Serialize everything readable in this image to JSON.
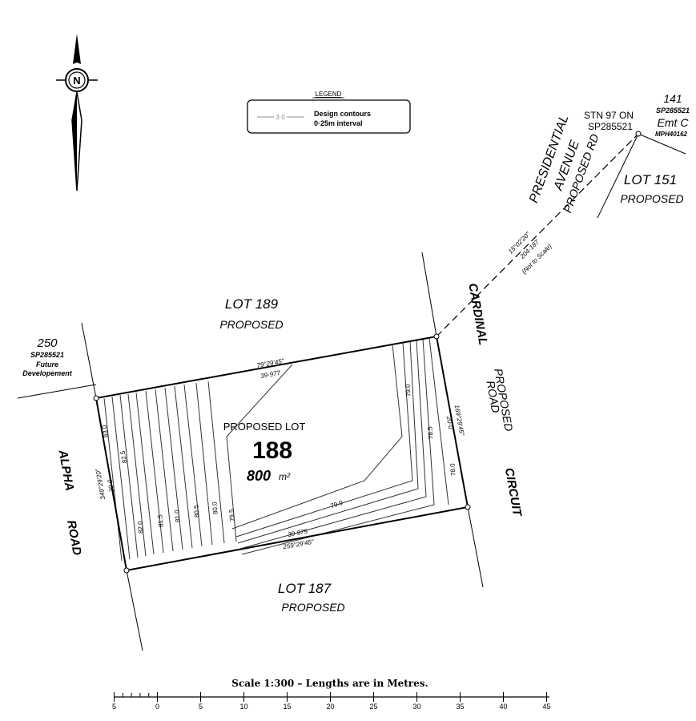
{
  "legend": {
    "title": "LEGEND",
    "sample_label": "3·0",
    "line1": "Design contours",
    "line2": "0·25m interval"
  },
  "compass": {
    "letter": "N"
  },
  "lots": {
    "lot189": {
      "name": "LOT 189",
      "status": "PROPOSED"
    },
    "lot187": {
      "name": "LOT 187",
      "status": "PROPOSED"
    },
    "lot151": {
      "name": "LOT 151",
      "status": "PROPOSED"
    },
    "lot250": {
      "number": "250",
      "plan": "SP285521",
      "note1": "Future",
      "note2": "Developement"
    },
    "lot141": {
      "number": "141",
      "plan": "SP285521",
      "easement": "Emt C",
      "ref": "MPH40162"
    },
    "main": {
      "caption": "PROPOSED LOT",
      "number": "188",
      "area": "800",
      "area_unit": "m²"
    }
  },
  "roads": {
    "alpha_1": "ALPHA",
    "alpha_2": "ROAD",
    "cardinal": "CARDINAL",
    "circuit": "CIRCUIT",
    "proposed_road_1": "PROPOSED",
    "proposed_road_2": "ROAD",
    "presidential_1": "PRESIDENTIAL",
    "presidential_2": "AVENUE",
    "presidential_3": "PROPOSED RD"
  },
  "station": {
    "line1": "STN 97 ON",
    "line2": "SP285521"
  },
  "tie": {
    "bearing": "15°02'20\"",
    "distance": "204·187",
    "note": "(Not to Scale)"
  },
  "boundaries": {
    "top_bearing": "79°29'45\"",
    "top_distance": "39·977",
    "bottom_bearing": "259°29'45\"",
    "bottom_distance": "39·975",
    "right_bearing": "169°29'45\"",
    "right_distance": "20·0",
    "left_bearing": "349°29'20\"",
    "left_distance": "20·0"
  },
  "contours": {
    "labels": [
      "83.0",
      "82.5",
      "82.0",
      "81.5",
      "81.0",
      "80.5",
      "80.0",
      "79.5",
      "79.0",
      "79.0",
      "78.5",
      "78.0"
    ]
  },
  "scale_bar": {
    "title": "Scale 1:300 – Lengths are in Metres.",
    "ticks": [
      "5",
      "0",
      "5",
      "10",
      "15",
      "20",
      "25",
      "30",
      "35",
      "40",
      "45"
    ]
  }
}
